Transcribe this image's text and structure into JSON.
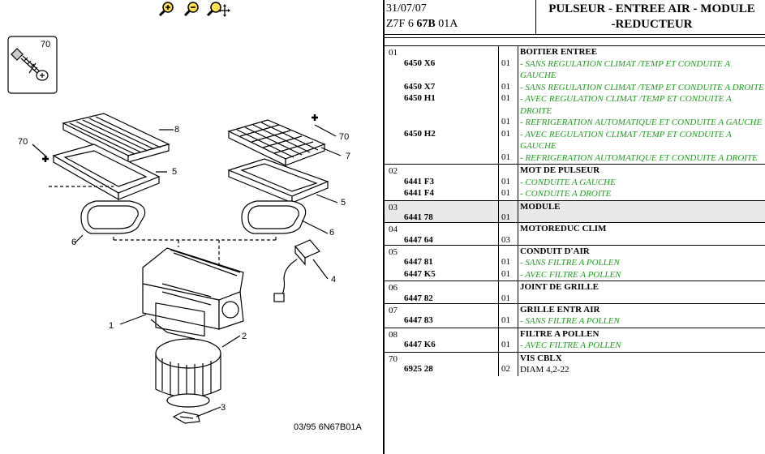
{
  "diagram": {
    "caption": "03/95 6N67B01A",
    "callouts": [
      "70",
      "8",
      "70",
      "70",
      "7",
      "5",
      "5",
      "6",
      "6",
      "4",
      "1",
      "2",
      "3"
    ]
  },
  "toolbar": {
    "zoom_in": "zoom-in-icon",
    "zoom_out": "zoom-out-icon",
    "zoom_pan": "zoom-pan-icon"
  },
  "header": {
    "date": "31/07/07",
    "ref_prefix": "Z7F 6 ",
    "ref_bold": "67B",
    "ref_suffix": " 01A",
    "title_line1": "PULSEUR - ENTREE AIR - MODULE",
    "title_line2": "-REDUCTEUR"
  },
  "groups": [
    {
      "num": "01",
      "rows": [
        {
          "ref": "",
          "qty": "",
          "desc": "BOITIER ENTREE",
          "kind": "main"
        },
        {
          "ref": "6450 X6",
          "qty": "01",
          "desc": "- SANS REGULATION CLIMAT /TEMP ET CONDUITE A GAUCHE",
          "kind": "opt"
        },
        {
          "ref": "6450 X7",
          "qty": "01",
          "desc": "- SANS REGULATION CLIMAT /TEMP ET CONDUITE A DROITE",
          "kind": "opt"
        },
        {
          "ref": "6450 H1",
          "qty": "01",
          "desc": "- AVEC REGULATION CLIMAT /TEMP ET CONDUITE A DROITE",
          "kind": "opt"
        },
        {
          "ref": "",
          "qty": "01",
          "desc": "- REFRIGERATION AUTOMATIQUE ET CONDUITE A GAUCHE",
          "kind": "opt"
        },
        {
          "ref": "6450 H2",
          "qty": "01",
          "desc": "- AVEC REGULATION CLIMAT /TEMP ET CONDUITE A GAUCHE",
          "kind": "opt"
        },
        {
          "ref": "",
          "qty": "01",
          "desc": "- REFRIGERATION AUTOMATIQUE ET CONDUITE A DROITE",
          "kind": "opt"
        }
      ]
    },
    {
      "num": "02",
      "rows": [
        {
          "ref": "",
          "qty": "",
          "desc": "MOT DE PULSEUR",
          "kind": "main"
        },
        {
          "ref": "6441 F3",
          "qty": "01",
          "desc": "- CONDUITE A GAUCHE",
          "kind": "opt"
        },
        {
          "ref": "6441 F4",
          "qty": "01",
          "desc": "- CONDUITE A DROITE",
          "kind": "opt"
        }
      ]
    },
    {
      "num": "03",
      "shaded": true,
      "rows": [
        {
          "ref": "",
          "qty": "",
          "desc": "MODULE",
          "kind": "main"
        },
        {
          "ref": "6441 78",
          "qty": "01",
          "desc": "",
          "kind": "main"
        }
      ]
    },
    {
      "num": "04",
      "rows": [
        {
          "ref": "",
          "qty": "",
          "desc": "MOTOREDUC CLIM",
          "kind": "main"
        },
        {
          "ref": "6447 64",
          "qty": "03",
          "desc": "",
          "kind": "main"
        }
      ]
    },
    {
      "num": "05",
      "rows": [
        {
          "ref": "",
          "qty": "",
          "desc": "CONDUIT D'AIR",
          "kind": "main"
        },
        {
          "ref": "6447 81",
          "qty": "01",
          "desc": "- SANS FILTRE A POLLEN",
          "kind": "opt"
        },
        {
          "ref": "6447 K5",
          "qty": "01",
          "desc": "- AVEC FILTRE A POLLEN",
          "kind": "opt"
        }
      ]
    },
    {
      "num": "06",
      "rows": [
        {
          "ref": "",
          "qty": "",
          "desc": "JOINT DE GRILLE",
          "kind": "main"
        },
        {
          "ref": "6447 82",
          "qty": "01",
          "desc": "",
          "kind": "main"
        }
      ]
    },
    {
      "num": "07",
      "rows": [
        {
          "ref": "",
          "qty": "",
          "desc": "GRILLE ENTR AIR",
          "kind": "main"
        },
        {
          "ref": "6447 83",
          "qty": "01",
          "desc": "- SANS FILTRE A POLLEN",
          "kind": "opt"
        }
      ]
    },
    {
      "num": "08",
      "rows": [
        {
          "ref": "",
          "qty": "",
          "desc": "FILTRE A POLLEN",
          "kind": "main"
        },
        {
          "ref": "6447 K6",
          "qty": "01",
          "desc": "- AVEC FILTRE A POLLEN",
          "kind": "opt"
        }
      ]
    },
    {
      "num": "70",
      "rows": [
        {
          "ref": "",
          "qty": "",
          "desc": "VIS CBLX",
          "kind": "main"
        },
        {
          "ref": "6925 28",
          "qty": "02",
          "desc": "DIAM 4,2-22",
          "kind": "plain"
        }
      ]
    }
  ]
}
